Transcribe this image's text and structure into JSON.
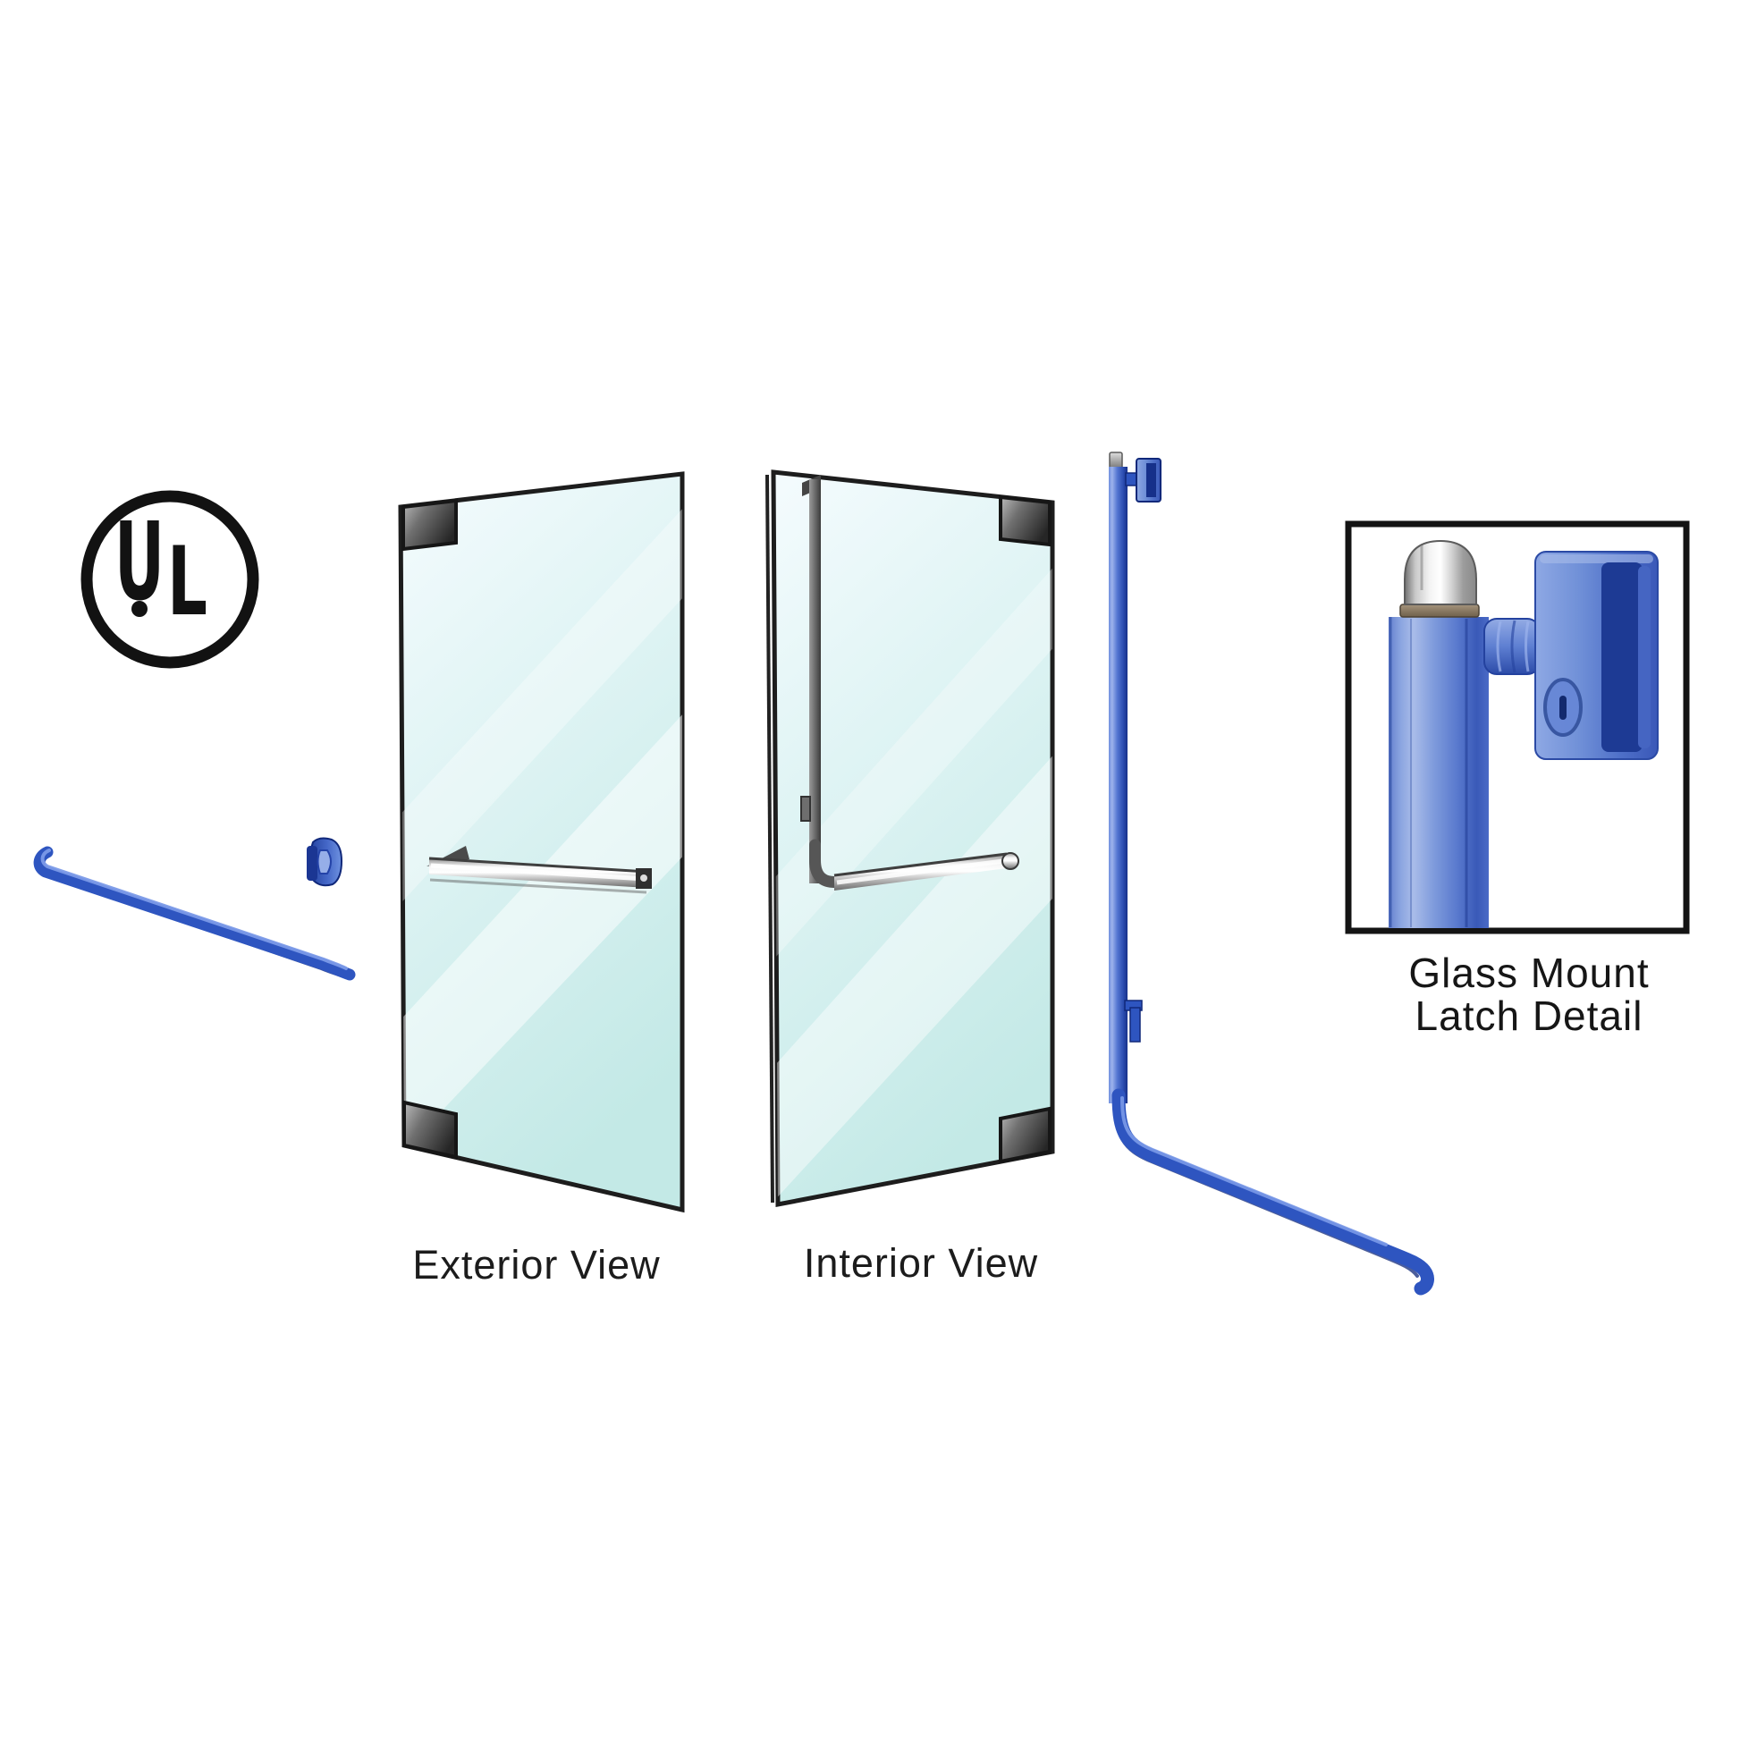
{
  "illustration": {
    "background": "#ffffff",
    "ul_mark": {
      "letter_u": "U",
      "letter_l": "L"
    },
    "views": {
      "exterior_label": "Exterior View",
      "interior_label": "Interior View"
    },
    "inset": {
      "caption_line1": "Glass Mount",
      "caption_line2": "Latch Detail"
    },
    "colors": {
      "handle_blue": "#2e55c0",
      "handle_blue_dark": "#10287a",
      "handle_blue_light": "#7b9ae8",
      "inset_blue_light": "#8ea8e4",
      "inset_blue_dark": "#24429f",
      "glass_tint": "#c9ece9",
      "fitting_gray_dark": "#2b2b2b",
      "fitting_gray_light": "#b9b9b9",
      "chrome_highlight": "#ffffff",
      "outline_black": "#1a1a1a",
      "text_color": "#1c1c1c"
    }
  }
}
